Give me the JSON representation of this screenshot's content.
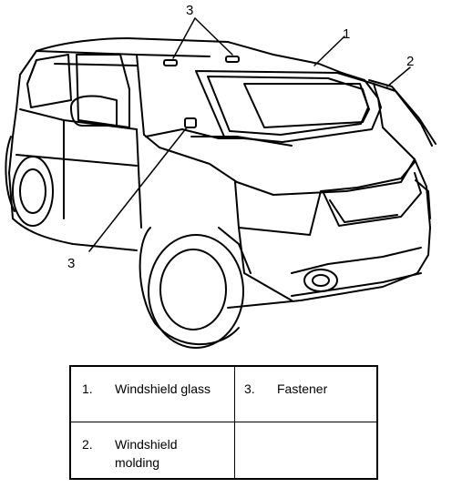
{
  "callouts": [
    "1",
    "2",
    "3",
    "3"
  ],
  "legend": {
    "rows": [
      [
        {
          "num": "1.",
          "label": "Windshield glass"
        },
        {
          "num": "3.",
          "label": "Fastener"
        }
      ],
      [
        {
          "num": "2.",
          "label": "Windshield molding"
        },
        {
          "num": "",
          "label": ""
        }
      ]
    ]
  }
}
